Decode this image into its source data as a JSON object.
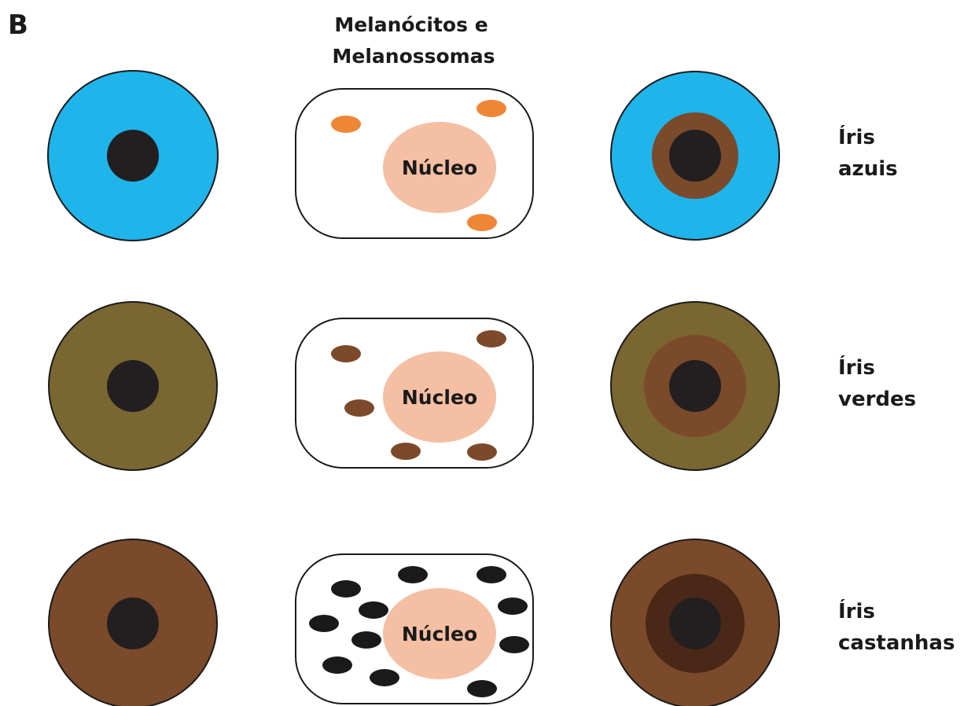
{
  "panel_label": "B",
  "heading": {
    "line1": "Melanócitos e",
    "line2": "Melanossomas"
  },
  "colors": {
    "outline": "#1a1a1a",
    "pupil": "#231f20",
    "nucleus": "#f4bfa3",
    "iris_blue": "#1fb4ea",
    "iris_green": "#7a6631",
    "iris_brown": "#7a4a2a",
    "ring_blue": "#7a4a2a",
    "ring_green": "#7b4a2b",
    "ring_brown": "#4a2817",
    "granule_orange": "#ef8636",
    "granule_brown": "#7c4a2a",
    "granule_black": "#1a1a1a"
  },
  "rows": [
    {
      "id": "blue",
      "nucleus_label": "Núcleo",
      "label_line1": "Íris",
      "label_line2": "azuis"
    },
    {
      "id": "green",
      "nucleus_label": "Núcleo",
      "label_line1": "Íris",
      "label_line2": "verdes"
    },
    {
      "id": "brown",
      "nucleus_label": "Núcleo",
      "label_line1": "Íris",
      "label_line2": "castanhas"
    }
  ]
}
